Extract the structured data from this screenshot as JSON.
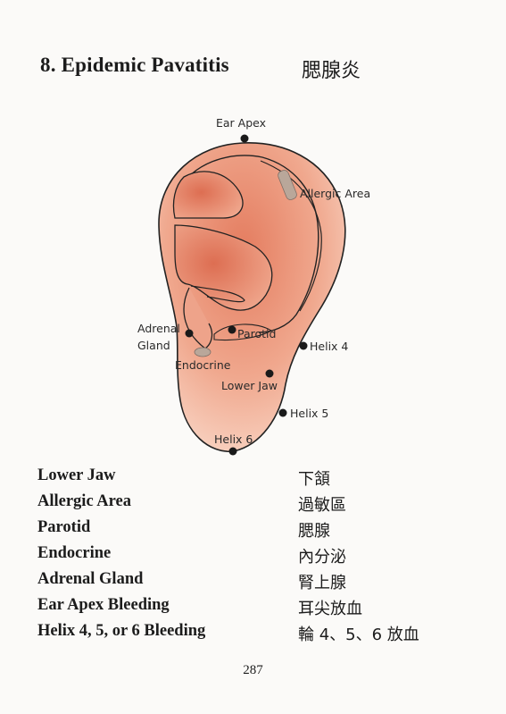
{
  "page": {
    "title": "8. Epidemic Pavatitis",
    "title_cn": "腮腺炎",
    "page_number": "287"
  },
  "figure": {
    "points": {
      "ear_apex": "Ear Apex",
      "allergic_area": "Allergic Area",
      "adrenal_gland_line1": "Adrenal",
      "adrenal_gland_line2": "Gland",
      "parotid": "Parotid",
      "endocrine": "Endocrine",
      "helix4": "Helix 4",
      "lower_jaw": "Lower Jaw",
      "helix5": "Helix 5",
      "helix6": "Helix 6"
    },
    "colors": {
      "ear_fill": "#f3b9a4",
      "ear_inner": "#e78a6f",
      "outline": "#222222",
      "marker": "#1a1a1a",
      "highlight": "#b9a79a"
    }
  },
  "terms": [
    {
      "en": "Lower Jaw",
      "cn": "下頷"
    },
    {
      "en": "Allergic Area",
      "cn": "過敏區"
    },
    {
      "en": "Parotid",
      "cn": "腮腺"
    },
    {
      "en": "Endocrine",
      "cn": "內分泌"
    },
    {
      "en": "Adrenal Gland",
      "cn": "腎上腺"
    },
    {
      "en": "Ear Apex Bleeding",
      "cn": "耳尖放血"
    },
    {
      "en": "Helix 4, 5, or 6 Bleeding",
      "cn": "輪 4、5、6 放血"
    }
  ]
}
